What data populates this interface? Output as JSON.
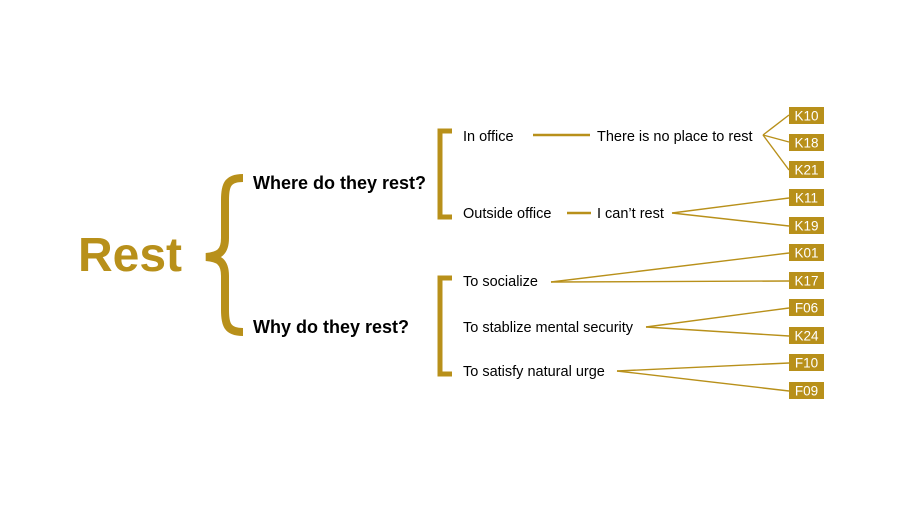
{
  "colors": {
    "accent": "#B8901A",
    "text": "#000000",
    "code_text": "#ffffff",
    "background": "#ffffff"
  },
  "root": {
    "label": "Rest"
  },
  "questions": [
    {
      "label": "Where do they rest?"
    },
    {
      "label": "Why do they rest?"
    }
  ],
  "where": {
    "items": [
      {
        "label": "In office",
        "detail": "There is no place to rest",
        "codes": [
          "K10",
          "K18",
          "K21"
        ]
      },
      {
        "label": "Outside office",
        "detail": "I can’t rest",
        "codes": [
          "K11",
          "K19"
        ]
      }
    ]
  },
  "why": {
    "items": [
      {
        "label": "To socialize",
        "codes": [
          "K01",
          "K17"
        ]
      },
      {
        "label": "To stablize mental security",
        "codes": [
          "F06",
          "K24"
        ]
      },
      {
        "label": "To satisfy natural urge",
        "codes": [
          "F10",
          "F09"
        ]
      }
    ]
  }
}
